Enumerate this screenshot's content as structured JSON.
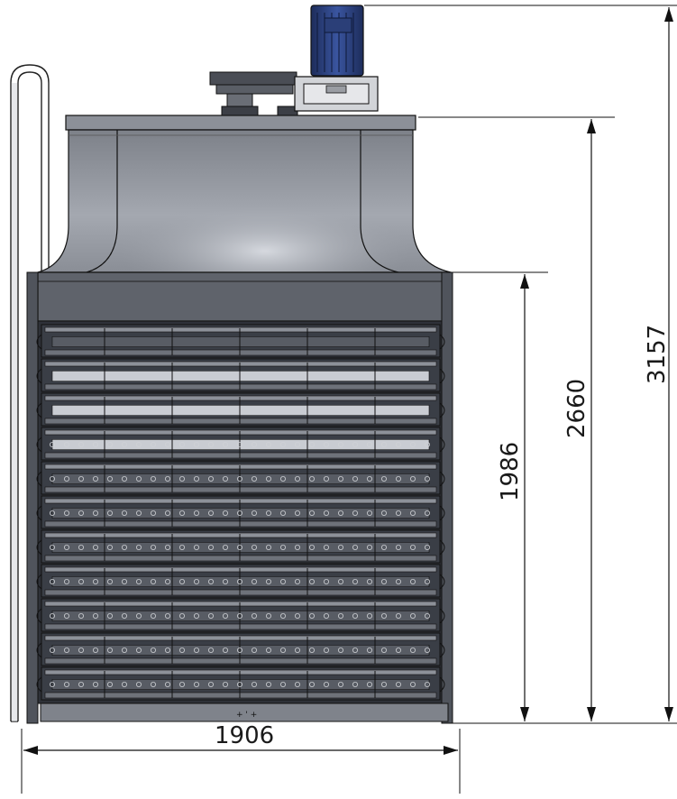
{
  "drawing": {
    "dimensions": {
      "width": "1906",
      "frame_height": "1986",
      "hood_height": "2660",
      "overall_height": "3157"
    },
    "colors": {
      "line": "#111111",
      "frame": "#555a63",
      "hood": "#8e929b",
      "hood_light": "#b7bbc3",
      "motor": "#2b3f78",
      "panel_dark": "#3d4149",
      "panel_light": "#c9ccd2"
    },
    "shelf_count": 11
  }
}
